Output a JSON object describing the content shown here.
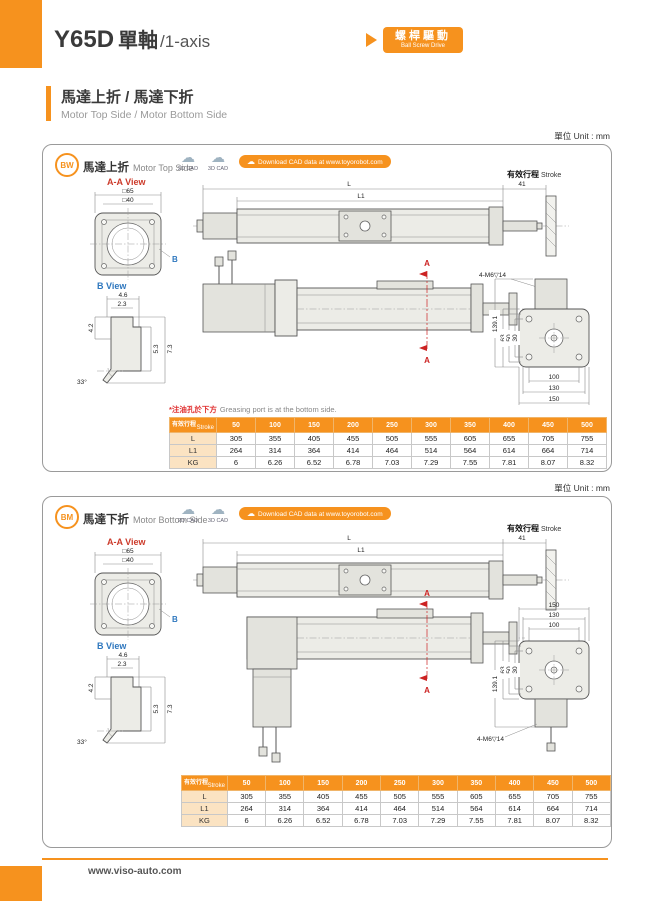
{
  "header": {
    "model": "Y65D",
    "title_cn": "單軸",
    "title_en": "/1-axis",
    "badge_cn": "螺桿驅動",
    "badge_en": "Ball Screw Drive"
  },
  "section": {
    "title": "馬達上折 / 馬達下折",
    "subtitle": "Motor Top Side / Motor Bottom Side"
  },
  "unit_label": "單位 Unit : mm",
  "cad": {
    "cad2d": "2D CAD",
    "cad3d": "3D CAD",
    "download": "Download CAD data at www.toyorobot.com"
  },
  "panel1": {
    "code": "BW",
    "name_cn": "馬達上折",
    "name_en": "Motor Top Side",
    "note_cn": "*注油孔於下方",
    "note_en": "Greasing port is at the bottom side."
  },
  "panel2": {
    "code": "BM",
    "name_cn": "馬達下折",
    "name_en": "Motor Bottom Side"
  },
  "views": {
    "aa": "A-A View",
    "b": "B View"
  },
  "dims": {
    "sq65": "□65",
    "sq40": "□40",
    "b": "B",
    "d46": "4.6",
    "d23": "2.3",
    "d42": "4.2",
    "d53": "5.3",
    "d73": "7.3",
    "d33": "33°",
    "L": "L",
    "L1": "L1",
    "d41": "41",
    "stroke_cn": "有效行程",
    "stroke_en": "Stroke",
    "a": "A",
    "d1391": "139.1",
    "d63": "63",
    "d50": "50",
    "d30": "30",
    "d100": "100",
    "d130": "130",
    "d150": "150",
    "m6": "4-M6▽14"
  },
  "table": {
    "header_cn": "有效行程",
    "header_en": "Stroke",
    "strokes": [
      "50",
      "100",
      "150",
      "200",
      "250",
      "300",
      "350",
      "400",
      "450",
      "500"
    ],
    "rows": [
      {
        "label": "L",
        "values": [
          "305",
          "355",
          "405",
          "455",
          "505",
          "555",
          "605",
          "655",
          "705",
          "755"
        ]
      },
      {
        "label": "L1",
        "values": [
          "264",
          "314",
          "364",
          "414",
          "464",
          "514",
          "564",
          "614",
          "664",
          "714"
        ]
      },
      {
        "label": "KG",
        "values": [
          "6",
          "6.26",
          "6.52",
          "6.78",
          "7.03",
          "7.29",
          "7.55",
          "7.81",
          "8.07",
          "8.32"
        ]
      }
    ]
  },
  "footer": {
    "url": "www.viso-auto.com"
  },
  "colors": {
    "accent": "#F6921E",
    "section_a_red": "#CC2222",
    "view_b_blue": "#2E77BE"
  }
}
